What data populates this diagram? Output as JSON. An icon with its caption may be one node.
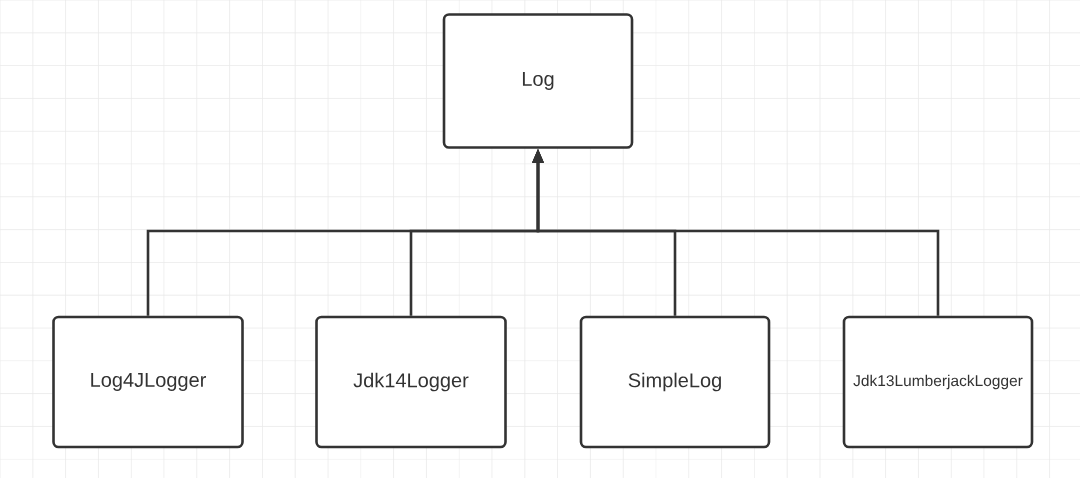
{
  "diagram": {
    "nodes": [
      {
        "text": [
          "Log"
        ]
      },
      {
        "text": [
          "Log4JLogger"
        ]
      },
      {
        "text": [
          "Jdk14Logger"
        ]
      },
      {
        "text": [
          "SimpleLog"
        ]
      },
      {
        "text": [
          "Jdk13LumberjackLogger"
        ]
      }
    ],
    "edges": [
      {
        "from": 1,
        "to": 0,
        "arrow": "to"
      },
      {
        "from": 2,
        "to": 0,
        "arrow": "to"
      },
      {
        "from": 3,
        "to": 0,
        "arrow": "to"
      },
      {
        "from": 4,
        "to": 0,
        "arrow": "to"
      }
    ]
  }
}
